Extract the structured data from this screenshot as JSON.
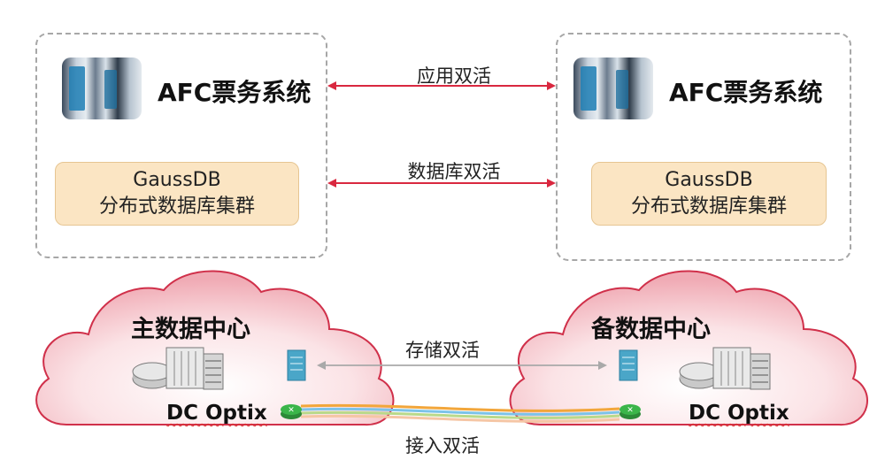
{
  "left_system": {
    "title": "AFC票务系统",
    "db_line1": "GaussDB",
    "db_line2": "分布式数据库集群"
  },
  "right_system": {
    "title": "AFC票务系统",
    "db_line1": "GaussDB",
    "db_line2": "分布式数据库集群"
  },
  "links": {
    "app": "应用双活",
    "database": "数据库双活",
    "storage": "存储双活",
    "access": "接入双活"
  },
  "primary_dc": {
    "title": "主数据中心",
    "network": "DC Optix"
  },
  "backup_dc": {
    "title": "备数据中心",
    "network": "DC Optix"
  },
  "colors": {
    "arrow_red": "#d9283f",
    "storage_arrow": "#a9a9a9",
    "cloud_border": "#d0304a",
    "db_box_fill": "#fbe5c3",
    "router_green": "#3bb54a",
    "storage_blue": "#4aa6c8"
  }
}
